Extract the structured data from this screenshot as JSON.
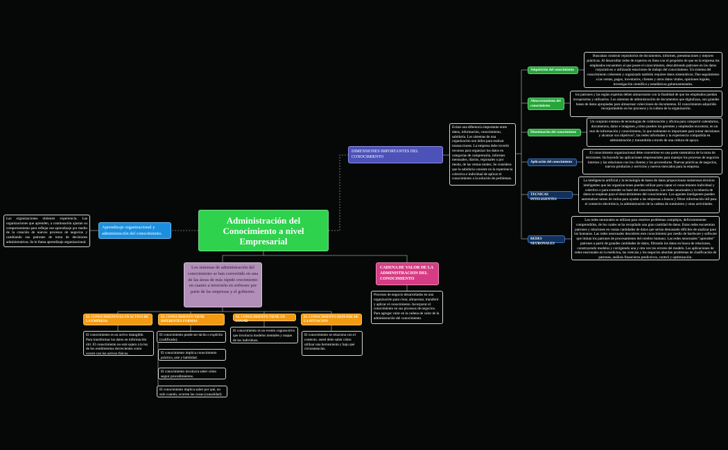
{
  "center": {
    "title": "Administración del Conocimiento a nivel Empresarial"
  },
  "left": {
    "label": "Aprendizaje organizacional y administración del conocimiento.",
    "description": "Las organizaciones obtienen experiencia. Las organizaciones que aprenden, a continuación ajustan su comportamiento para reflejar ese aprendizaje por medio de la creación de nuevos procesos de negocios y cambiando sus patrones de toma de decisiones administrativas. Se le llama aprendizaje organizacional."
  },
  "dimensions": {
    "label": "DIMENSIONES IMPORTANTES DEL CONOCIMIENTO",
    "description": "Existe una diferencia importante entre datos, información, conocimiento, sabiduría. Los sistemas de una organización son útiles para realizar transacciones. La empresa debe invertir recursos para organizar los datos en categorías de comprensión, informes mensuales, diarios, regionales o por tienda, de las ventas totales. Se considera que la sabiduría consiste en la experiencia colectiva e individual de aplicar el conocimiento a la solución de problemas."
  },
  "chain_items": [
    {
      "tag": "Adquisición del conocimiento",
      "text": "Buscaban construir repositorios de documentos, informes, presentaciones y mejores prácticas. Al desarrollar redes de expertos en línea con el propósito de que en la empresa los empleados encuentren al que posee el conocimiento, descubriendo patrones en los datos corporativos o utilizando estaciones de trabajo del conocimiento. Un sistema del conocimiento coherente y organizado también requiere datos sistemáticos. Dan seguimiento a las ventas, pagos, inventarios, clientes y otros datos vitales, opiniones legales, investigación científica y estadísticas gubernamentales."
    },
    {
      "tag": "Almacenamiento del conocimiento",
      "text": "los patrones y las reglas expertas deben almacenarse con la finalidad de que los empleados puedan recuperarlas y utilizarlos. Los sistemas de administración de documentos que digitalizan, son grandes bases de datos apropiadas para almacenar colecciones de documentos. El conocimiento adquirido incorporándolo en los procesos y la cultura de la organización."
    },
    {
      "tag": "Diseminación del conocimiento",
      "text": "Un conjunto extenso de tecnologías de colaboración y oficina para compartir calendarios, documentos, datos e imágenes ¿cómo pueden los gerentes y empleados encontrar, en un mar de información y conocimiento, lo que realmente es importante para tomar decisiones y alcanzar sus objetivos?, las redes informales y la experiencia compartida en administración y transmitida a través de una cultura de apoyo."
    },
    {
      "tag": "Aplicación del conocimiento",
      "text": "El conocimiento organizacional debe convertirse en una parte sistemática de la toma de decisiones. Incluyendo las aplicaciones empresariales para manejar los procesos de negocios internos y las relaciones con los clientes y los proveedores. Nuevas prácticas de negocios, nuevos productos y servicios y nuevos mercados para la empresa."
    },
    {
      "tag": "TECNICAS INTELIGENTES",
      "text": "La inteligencia artificial y la tecnología de bases de datos proporcionan numerosas técnicas inteligentes que las organizaciones pueden utilizar para captar el conocimiento individual y colectivo o para extender su base del conocimiento. Las redes neuronales y la minería de datos se emplean para el descubrimiento del conocimiento. Los agentes inteligentes pueden automatizar tareas de rutina para ayudar a las empresas a buscar y filtrar información útil para el comercio electrónico, la administración de la cadena de suministro y otras actividades."
    },
    {
      "tag": "REDES NEURONALES",
      "text": "Las redes neuronales se utilizan para resolver problemas complejos, deficientemente comprendidos, de los cuales se ha recopilado una gran cantidad de datos. Estas redes encuentran patrones y relaciones en vastas cantidades de datos que serían demasiado difíciles de analizar para los humanos. Las redes neuronales descubren este conocimiento por medio de hardware y software que imitan los patrones de procesamiento del cerebro humano. Las redes neuronales \"aprenden\" patrones a partir de grandes cantidades de datos, filtrando los datos en busca de relaciones, construyendo modelos y corrigiendo una y otra vez los errores del modelo. Las aplicaciones de redes neuronales en la medicina, las ciencias y los negocios abordan problemas de clasificación de patrones, análisis financieros predictivos, control y optimización."
    }
  ],
  "systems": {
    "label": "Los sistemas de administración del conocimiento se han convertido en una de las áreas de más rápido crecimiento en cuanto a inversión en software por parte de las empresas y el gobierno."
  },
  "value_chain": {
    "label": "CADENA DE VALOR DE LA ADMINISTRACION DEL CONOCIMIENTO",
    "description": "Procesos de negocio desarrollados en una organización para crear, almacenar, transferir y aplicar el conocimiento. Incorporar el conocimiento en sus procesos de negocios. Para agregar valor en la cadena de valor de la administración del conocimiento."
  },
  "features": [
    {
      "tag": "EL CONOCIMIENTO ES UN ACTIVO DE LA EMPRESA",
      "notes": [
        "El conocimiento es un activo intangible. Para transformar los datos en información útil. El conocimiento no está sujeto a la ley de los rendimientos decrecientes como ocurre con los activos físicos."
      ]
    },
    {
      "tag": "EL CONOCIMIENTO TIENE DIFERENTES FORMAS",
      "notes": [
        "El conocimiento puede ser tácito o explícito (codificado).",
        "El conocimiento implica conocimiento práctico, arte y habilidad.",
        "El conocimiento involucra saber cómo seguir procedimientos.",
        "El conocimiento implica saber por qué, no solo cuando, ocurren las cosas (causalidad)"
      ]
    },
    {
      "tag": "EL CONOCIMIENTO TIENE UN LUGAR",
      "notes": [
        "El conocimiento es un evento cognoscitivo que involucra modelos mentales y mapas de los individuos."
      ]
    },
    {
      "tag": "EL CONOCIMIENTO DEPENDE DE LA SITUACION",
      "notes": [
        "El conocimiento se relaciona con el contexto. usted debe saber cómo utilizar una herramienta y bajo qué circunstancias."
      ]
    }
  ],
  "colors": {
    "background": "#050806",
    "center": "#2ed24c",
    "blue": "#1a8fe0",
    "indigo": "#4c52b8",
    "mauve": "#b28fb8",
    "pink": "#d63c84",
    "orange": "#f29a12",
    "green_tag": "#25a63a",
    "navy_tag": "#12305a"
  }
}
